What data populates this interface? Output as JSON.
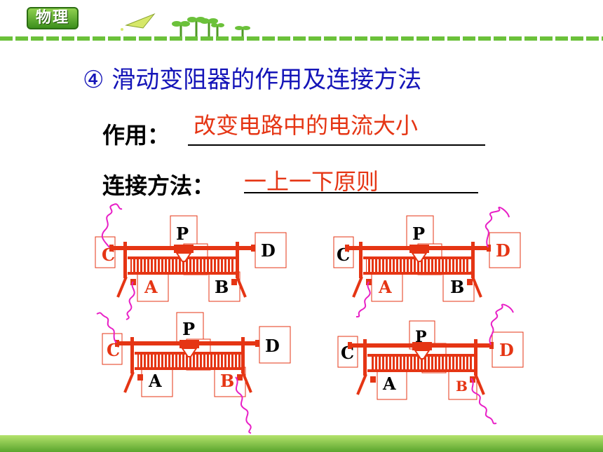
{
  "header": {
    "badge": "物理"
  },
  "title": "④ 滑动变阻器的作用及连接方法",
  "function": {
    "label": "作用：",
    "answer": "改变电路中的电流大小"
  },
  "connection": {
    "label": "连接方法：",
    "answer": "一上一下原则"
  },
  "terminal_labels": {
    "c": "C",
    "d": "D",
    "p": "P",
    "a": "A",
    "b": "B"
  },
  "colors": {
    "title": "#1515b8",
    "answer": "#e53514",
    "rheostat": "#e53514",
    "wire": "#e81fc6",
    "header_green": "#6bc13a"
  },
  "diagrams": [
    {
      "name": "rheostat-1",
      "connected": [
        "C",
        "A"
      ]
    },
    {
      "name": "rheostat-2",
      "connected": [
        "D",
        "A"
      ]
    },
    {
      "name": "rheostat-3",
      "connected": [
        "C",
        "B"
      ]
    },
    {
      "name": "rheostat-4",
      "connected": [
        "D",
        "B"
      ]
    }
  ]
}
